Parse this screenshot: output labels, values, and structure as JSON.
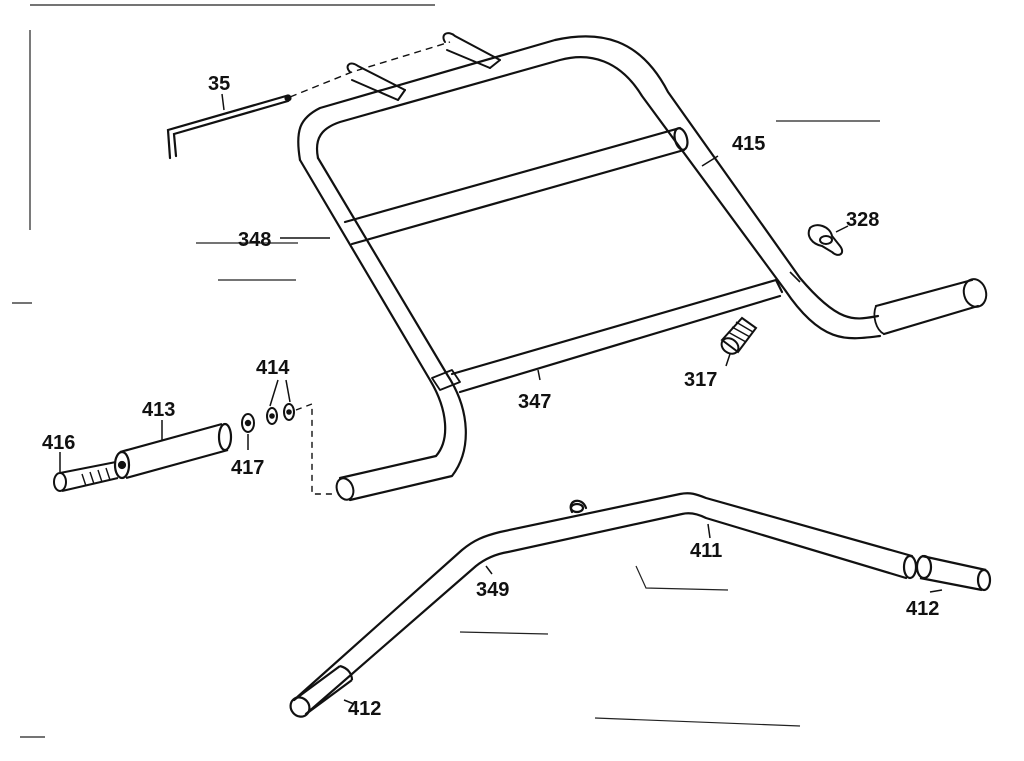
{
  "colors": {
    "ink": "#111111",
    "paper": "#ffffff"
  },
  "parts": {
    "p35": {
      "label": "35",
      "name": "handle-lock-pin"
    },
    "p415": {
      "label": "415",
      "name": "upper-handle"
    },
    "p328": {
      "label": "328",
      "name": "wing-nut"
    },
    "p348": {
      "label": "348",
      "name": "cross-bar-upper"
    },
    "p347": {
      "label": "347",
      "name": "cross-bar-lower"
    },
    "p317": {
      "label": "317",
      "name": "carriage-bolt"
    },
    "p414": {
      "label": "414",
      "name": "washers"
    },
    "p413": {
      "label": "413",
      "name": "axle-tube"
    },
    "p416": {
      "label": "416",
      "name": "bolt"
    },
    "p417": {
      "label": "417",
      "name": "flat-washer"
    },
    "p411": {
      "label": "411",
      "name": "lower-handle"
    },
    "p349": {
      "label": "349",
      "name": "handle-bend"
    },
    "p412a": {
      "label": "412",
      "name": "grip-right"
    },
    "p412b": {
      "label": "412",
      "name": "grip-left"
    }
  }
}
